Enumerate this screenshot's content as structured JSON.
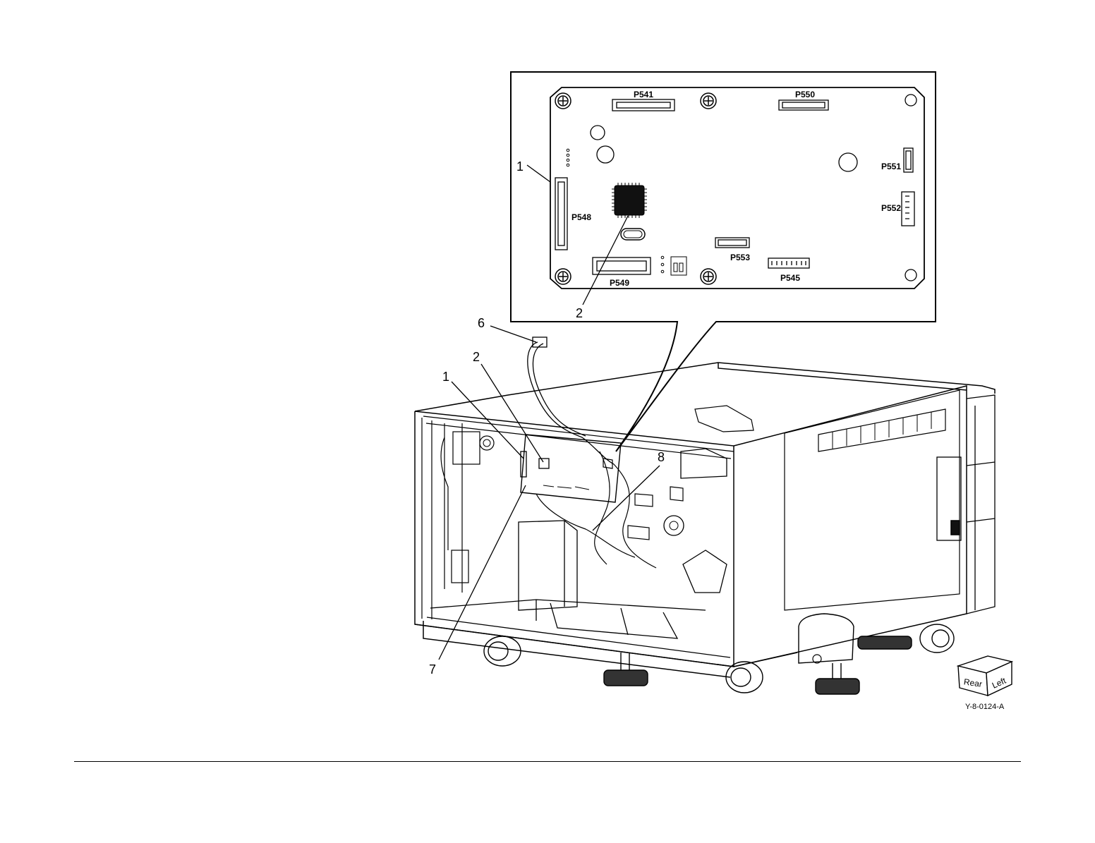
{
  "connectors": {
    "p541": "P541",
    "p550": "P550",
    "p551": "P551",
    "p552": "P552",
    "p548": "P548",
    "p553": "P553",
    "p549": "P549",
    "p545": "P545"
  },
  "callouts": {
    "detail_1": "1",
    "detail_2": "2",
    "main_1": "1",
    "main_2": "2",
    "main_6": "6",
    "main_7": "7",
    "main_8": "8"
  },
  "orientation": {
    "front_face": "Rear",
    "side_face": "Left"
  },
  "figure_id": "Y-8-0124-A"
}
